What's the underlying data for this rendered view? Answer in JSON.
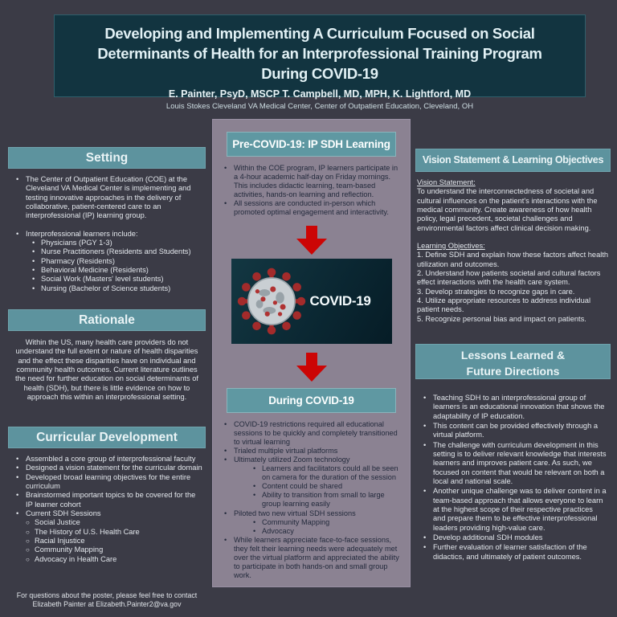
{
  "poster": {
    "title": "Developing and Implementing A Curriculum Focused on Social Determinants of Health for an Interprofessional Training Program During COVID-19",
    "authors": "E. Painter, PsyD, MSCP T. Campbell, MD, MPH, K. Lightford, MD",
    "affiliation": "Louis Stokes Cleveland VA Medical Center, Center of Outpatient Education, Cleveland, OH"
  },
  "left": {
    "setting": {
      "heading": "Setting",
      "bullet1": "The Center of Outpatient Education (COE) at the Cleveland VA Medical Center is implementing and testing innovative approaches in the delivery of collaborative, patient-centered care to an interprofessional (IP) learning group.",
      "bullet2": "Interprofessional learners include:",
      "learners": [
        "Physicians (PGY 1-3)",
        "Nurse Practitioners (Residents and Students)",
        "Pharmacy (Residents)",
        "Behavioral Medicine (Residents)",
        "Social Work (Masters' level students)",
        "Nursing (Bachelor of Science students)"
      ]
    },
    "rationale": {
      "heading": "Rationale",
      "text": "Within the US, many health care providers do not understand the full extent or nature of health disparities and the effect these disparities have on individual and community health outcomes. Current literature outlines the need for further education on social determinants of health (SDH), but there is little evidence on how to approach this within an interprofessional setting."
    },
    "curricular": {
      "heading": "Curricular Development",
      "bullets": [
        "Assembled a core group of interprofessional faculty",
        "Designed a vision statement for the curricular domain",
        "Developed broad learning objectives for the entire curriculum",
        "Brainstormed important topics to be covered for the IP learner cohort",
        "Current SDH Sessions"
      ],
      "sessions": [
        "Social Justice",
        "The History of U.S. Health Care",
        "Racial Injustice",
        "Community Mapping",
        "Advocacy in Health Care"
      ]
    },
    "contact": {
      "line1": "For questions about the poster, please feel free to contact",
      "line2": "Elizabeth Painter at Elizabeth.Painter2@va.gov"
    }
  },
  "middle": {
    "precovid": {
      "heading": "Pre-COVID-19: IP SDH Learning",
      "bullet1": "Within the COE program, IP learners participate in a 4-hour academic half-day on Friday mornings.  This includes didactic learning, team-based activities, hands-on learning and reflection.",
      "bullet2": "All sessions are conducted in-person which promoted optimal engagement and interactivity."
    },
    "covid_banner": {
      "label": "COVID-19"
    },
    "during": {
      "heading": "During COVID-19",
      "bullet1": "COVID-19 restrictions required all educational sessions to be quickly and completely transitioned to virtual learning",
      "bullet2": "Trialed multiple virtual platforms",
      "bullet3": "Ultimately utilized Zoom technology",
      "zoom_sub": [
        "Learners and facilitators could all be seen on camera for the duration of the session",
        "Content could be shared",
        "Ability to transition from small to large group learning easily"
      ],
      "bullet4": "Piloted two new virtual SDH sessions",
      "pilot_sub": [
        "Community Mapping",
        "Advocacy"
      ],
      "bullet5": "While learners appreciate face-to-face sessions, they felt their learning needs were adequately met over the virtual platform and appreciated the ability to participate in both hands-on and small group work."
    }
  },
  "right": {
    "vision": {
      "heading": "Vision Statement & Learning Objectives",
      "vision_label": "Vision Statement:",
      "vision_text": "To understand the interconnectedness of societal and cultural influences on the patient's interactions with the medical community. Create awareness of how health policy, legal precedent, societal challenges and environmental factors affect clinical decision making.",
      "objectives_label": "Learning Objectives:",
      "objectives": [
        "1. Define SDH and explain how these factors affect health utilization and outcomes.",
        "2. Understand how patients societal and cultural factors effect interactions with the health care system.",
        "3. Develop strategies to recognize gaps in care.",
        "4. Utilize appropriate resources to address individual patient needs.",
        "5. Recognize personal bias and impact on patients."
      ]
    },
    "lessons": {
      "heading_line1": "Lessons Learned &",
      "heading_line2": "Future Directions",
      "bullets": [
        "Teaching SDH to an interprofessional group of learners is an educational innovation that shows the adaptability of IP education.",
        "This content can be provided effectively through a virtual platform.",
        "The challenge with curriculum development in this setting is to deliver relevant knowledge that interests learners and improves patient care.  As such, we focused on content that would be relevant on both a local and national scale.",
        "Another unique challenge was to deliver content in a team-based approach that allows everyone to learn at the highest scope of their respective practices and prepare them to be effective interprofessional leaders providing high-value care.",
        "Develop additional SDH modules",
        "Further evaluation of learner satisfaction of the didactics, and ultimately of patient outcomes."
      ]
    }
  },
  "colors": {
    "background": "#3b3b46",
    "title_box": "#123440",
    "header_teal": "#5d939e",
    "middle_panel": "#8b8292",
    "arrow_red": "#cc0505",
    "banner_dark_teal": "#0b2833",
    "body_text_light": "#e3e7ec",
    "body_text_dark": "#232a3c"
  }
}
